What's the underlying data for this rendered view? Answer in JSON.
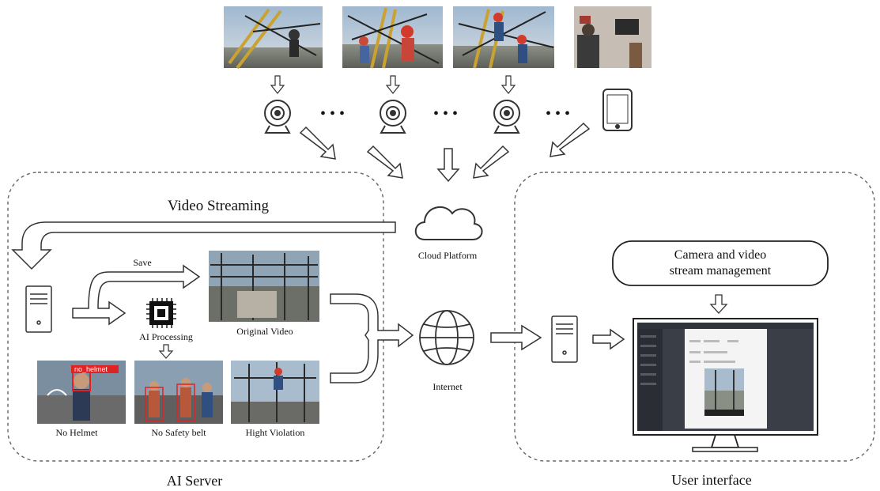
{
  "labels": {
    "video_streaming": "Video Streaming",
    "cloud_platform": "Cloud Platform",
    "save": "Save",
    "ai_processing": "AI Processing",
    "original_video": "Original Video",
    "internet": "Internet",
    "camera_mgmt_line1": "Camera and video",
    "camera_mgmt_line2": "stream management",
    "ai_server": "AI Server",
    "user_interface": "User interface"
  },
  "detections": [
    {
      "label": "No Helmet",
      "tag": "no_helmet"
    },
    {
      "label": "No Safety belt"
    },
    {
      "label": "Hight Violation"
    }
  ],
  "ellipsis": "• • •",
  "icons": {
    "camera": "webcam-icon",
    "phone": "tablet-icon",
    "cloud": "cloud-icon",
    "globe": "globe-icon",
    "server": "server-icon",
    "chip": "chip-icon",
    "monitor": "monitor-icon"
  }
}
